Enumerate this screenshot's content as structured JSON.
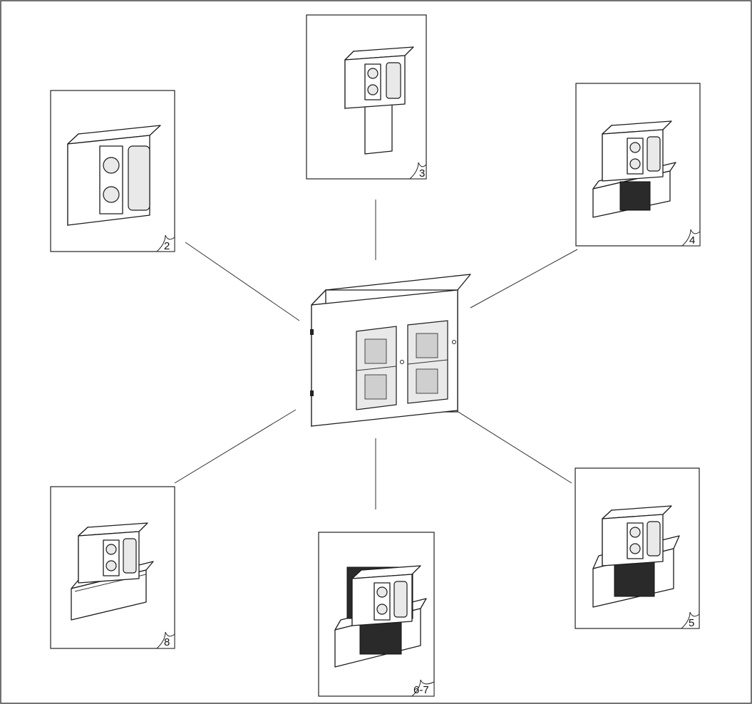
{
  "panels": [
    {
      "id": "panel-2",
      "label": "2",
      "icon": "surface-box-with-sockets"
    },
    {
      "id": "panel-3",
      "label": "3",
      "icon": "box-on-pole"
    },
    {
      "id": "panel-4",
      "label": "4",
      "icon": "box-on-trunking"
    },
    {
      "id": "panel-5",
      "label": "5",
      "icon": "box-on-trunking-wide"
    },
    {
      "id": "panel-6-7",
      "label": "6-7",
      "icon": "box-on-trunking-backplate"
    },
    {
      "id": "panel-8",
      "label": "8",
      "icon": "box-on-small-trunking"
    }
  ],
  "center": {
    "icon": "empty-double-mounting-box"
  }
}
